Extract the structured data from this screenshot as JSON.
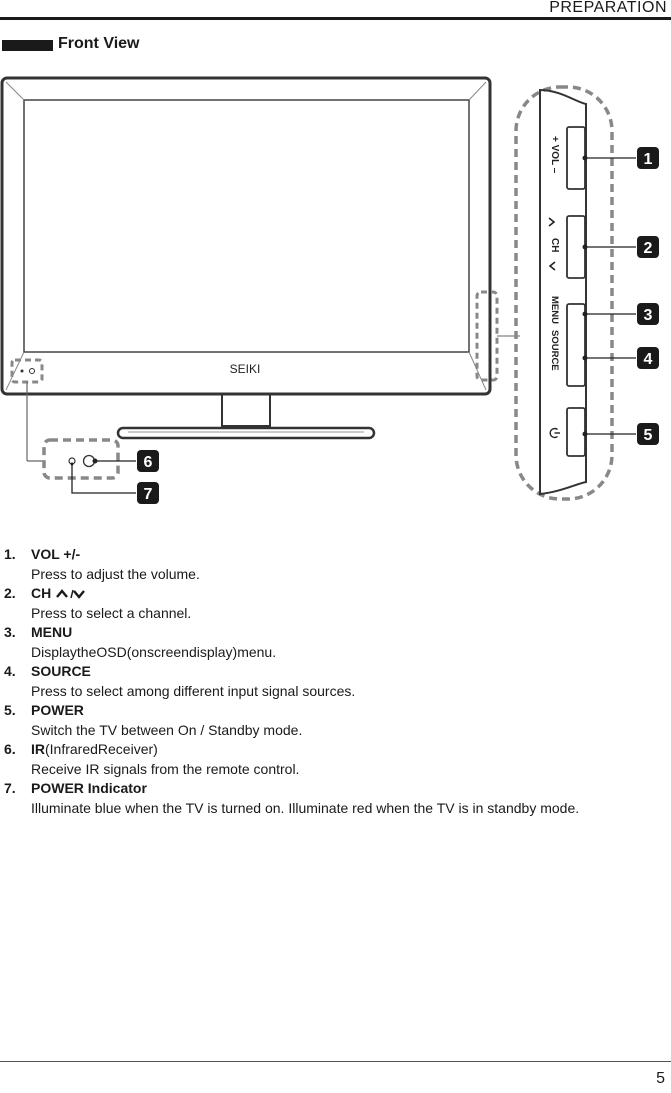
{
  "header": {
    "title": "PREPARATION"
  },
  "section": {
    "title": "Front View"
  },
  "tv": {
    "brand": "SEIKI",
    "panel_labels": {
      "vol": "+ VOL –",
      "ch": "CH",
      "menu": "MENU",
      "source": "SOURCE"
    }
  },
  "callouts": [
    "1",
    "2",
    "3",
    "4",
    "5",
    "6",
    "7"
  ],
  "items": [
    {
      "num": "1.",
      "title": "VOL +/-",
      "desc": "Press to adjust the volume."
    },
    {
      "num": "2.",
      "title": "CH ",
      "desc": "Press to select a channel."
    },
    {
      "num": "3.",
      "title": "MENU",
      "desc": "DisplaytheOSD(onscreendisplay)menu."
    },
    {
      "num": "4.",
      "title": "SOURCE",
      "desc": "Press to select among different input signal sources."
    },
    {
      "num": "5.",
      "title": "POWER",
      "desc": "Switch the TV between On / Standby mode."
    },
    {
      "num": "6.",
      "title": "IR",
      "title_suffix": "(InfraredReceiver)",
      "desc": "Receive IR signals from the remote control."
    },
    {
      "num": "7.",
      "title": "POWER Indicator",
      "desc": "Illuminate blue when the TV is turned on. Illuminate red when the TV is in standby mode."
    }
  ],
  "footer": {
    "page_number": "5"
  }
}
